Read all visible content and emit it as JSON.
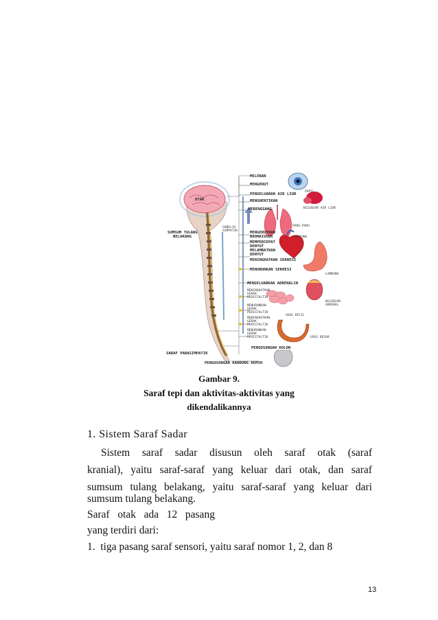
{
  "figure": {
    "labels": {
      "otak": "OTAK",
      "ganglia": "GANGLIA",
      "simpatik": "SIMPATIK",
      "sumsum_tulang": "SUMSUM TULANG",
      "belakang": "BELAKANG",
      "saraf_parasimpatik": "SARAF PARASIMPATIK",
      "melebar": "MELEBAR",
      "mengerut": "MENGERUT",
      "pupil": "PUPIL",
      "pengeluaran_air_liur": "PENGELUARAN AIR LIUR",
      "menghentikan": "MENGHENTIKAN",
      "kelenjar_air_liur": "KELENJAR AIR LIUR",
      "merenggang": "MERENGGANG",
      "paru_paru": "PARU-PARU",
      "mengerutkan": "MENGERUTKAN",
      "bronkiolus": "BRONKIOLUS",
      "jantung": "JANTUNG",
      "mempercepat": "MEMPERCEPAT",
      "denyut_1": "DENYUT",
      "melambatkan": "MELAMBATKAN",
      "denyut_2": "DENYUT",
      "meningkatkan_sekresi": "MENINGKATKAN SEKRESI",
      "menurunkan_sekresi": "MENURUNKAN SEKRESI",
      "lambung": "LAMBUNG",
      "mengeluarkan_adrenalin": "MENGELUARKAN ADRENALIN",
      "kelenjar": "KELENJAR",
      "adrenal": "ADRENAL",
      "meningkatkan_gerak_1": "MENINGKATKAN",
      "gerak_1": "GERAK",
      "peristaltik_1": "PERISTALTIK",
      "menurunkan_gerak_1": "MENURUNKAN",
      "gerak_2": "GERAK",
      "peristaltik_2": "PERISTALTIK",
      "usus_kecil": "USUS KECIL",
      "meningkatkan_gerak_2": "MENINGKATKAN",
      "gerak_3": "GERAK",
      "peristaltik_3": "PERISTALTIK",
      "menurunkan_gerak_2": "MENURUNKAN",
      "gerak_4": "GERAK",
      "peristaltik_4": "PERISTALTIK",
      "usus_besar": "USUS BESAR",
      "pengosongan_kolon": "PENGOSONGAN KOLON",
      "pengosongan_kandung_kemih": "PENGOSONGAN KANDUNG KEMIH"
    },
    "caption_title": "Gambar 9.",
    "caption_line1": "Saraf tepi dan aktivitas-aktivitas yang",
    "caption_line2": "dikendalikannya"
  },
  "section": {
    "heading": "1. Sistem Saraf Sadar",
    "para1": [
      [
        "Sistem",
        "saraf",
        "sadar",
        "disusun",
        "oleh",
        "saraf",
        "otak",
        "(saraf"
      ],
      [
        "kranial),",
        "yaitu",
        "saraf-saraf",
        "yang",
        "keluar",
        "dari",
        "otak,",
        "dan",
        "saraf"
      ],
      [
        "sumsum",
        "tulang",
        "belakang,",
        "yaitu",
        "saraf-saraf",
        "yang",
        "keluar",
        "dari"
      ]
    ],
    "para1_last": "sumsum tulang belakang.",
    "para2_line1": "Saraf   otak   ada   12   pasang",
    "para2_line2": "yang terdiri dari:",
    "list_item1": "1.  tiga pasang saraf sensori, yaitu saraf nomor 1, 2, dan 8"
  },
  "page_number": "13"
}
